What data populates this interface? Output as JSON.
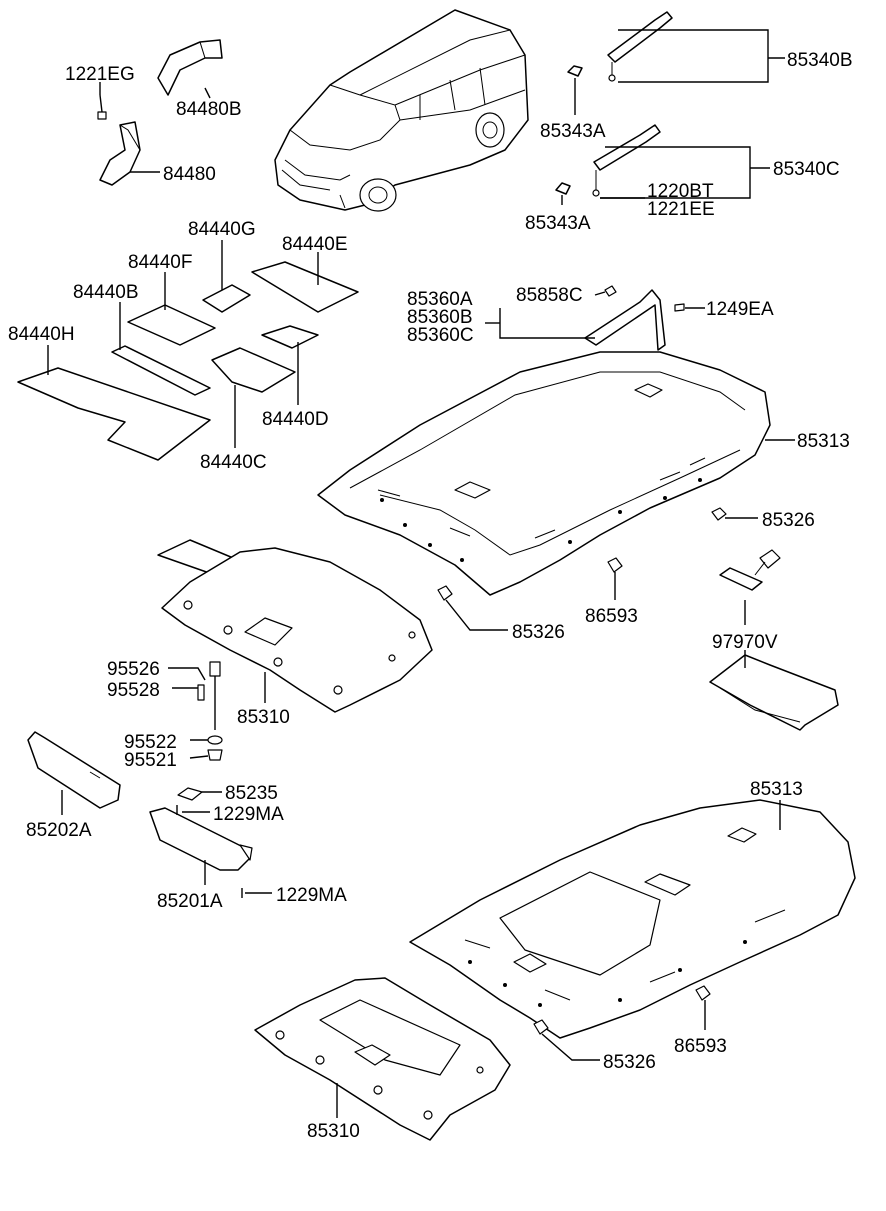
{
  "labels": {
    "p1221EG": "1221EG",
    "p84480B": "84480B",
    "p84480": "84480",
    "p85340B": "85340B",
    "p85343A_1": "85343A",
    "p85340C": "85340C",
    "p1220BT": "1220BT",
    "p1221EE": "1221EE",
    "p85343A_2": "85343A",
    "p84440G": "84440G",
    "p84440E": "84440E",
    "p84440F": "84440F",
    "p84440B": "84440B",
    "p84440H": "84440H",
    "p84440D": "84440D",
    "p84440C": "84440C",
    "p85360A": "85360A",
    "p85360B": "85360B",
    "p85360C": "85360C",
    "p85858C": "85858C",
    "p1249EA": "1249EA",
    "p85313_1": "85313",
    "p85326_1": "85326",
    "p86593_1": "86593",
    "p85326_2": "85326",
    "p97970V": "97970V",
    "p95526": "95526",
    "p95528": "95528",
    "p85310_1": "85310",
    "p95522": "95522",
    "p95521": "95521",
    "p85235": "85235",
    "p1229MA_1": "1229MA",
    "p85202A": "85202A",
    "p85201A": "85201A",
    "p1229MA_2": "1229MA",
    "p85313_2": "85313",
    "p86593_2": "86593",
    "p85326_3": "85326",
    "p85310_2": "85310"
  }
}
